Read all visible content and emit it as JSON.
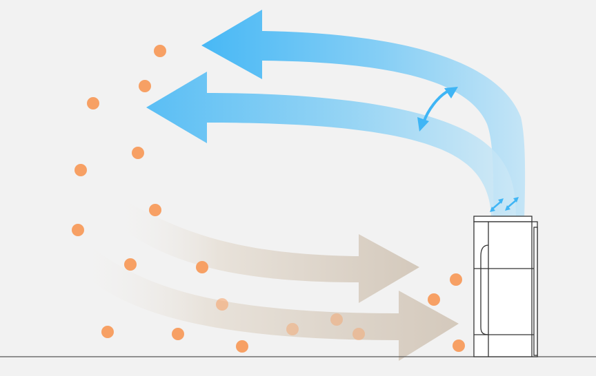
{
  "diagram": {
    "description_labels": [],
    "colors": {
      "background": "#f2f2f2",
      "floor_line": "#555555",
      "outflow_arrow": "#3fb5f5",
      "outflow_arrow_light": "#bfe3f6",
      "intake_arrow": "#d4c9bc",
      "intake_arrow_light": "#ece8e3",
      "particle": "#f7a064",
      "unit_outline": "#333333",
      "unit_fill": "#ffffff",
      "swing_arrow": "#3fb5f5"
    },
    "icons": {
      "outflow": "curved-airflow-arrow",
      "intake": "intake-airflow-arrow",
      "swing": "louver-swing-icon",
      "particles": "dust-particle",
      "device": "air-purifier-unit"
    }
  }
}
